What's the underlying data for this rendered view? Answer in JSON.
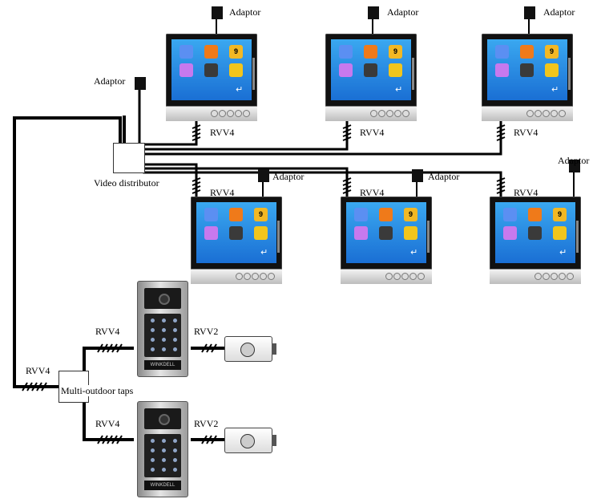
{
  "labels": {
    "adaptor": "Adaptor",
    "rvv4": "RVV4",
    "rvv2": "RVV2",
    "video_distributor": "Video distributor",
    "multi_outdoor_taps": "Multi-outdoor taps"
  },
  "monitors": [
    {
      "id": "monitor-1"
    },
    {
      "id": "monitor-2"
    },
    {
      "id": "monitor-3"
    },
    {
      "id": "monitor-4"
    },
    {
      "id": "monitor-5"
    },
    {
      "id": "monitor-6"
    }
  ],
  "doorbells": [
    {
      "id": "door-station-1",
      "brand": "WINKDELL"
    },
    {
      "id": "door-station-2",
      "brand": "WINKDELL"
    }
  ],
  "colors": {
    "cable": "#000000",
    "screen": "#2a8de4",
    "app_colors": [
      "#5b8ff2",
      "#ef7a1a",
      "#e53b3b",
      "#f2b824",
      "#c779ee",
      "#3a3a3a",
      "#f08a1c",
      "#f2c51c"
    ]
  },
  "monitor_screen": {
    "top_right_tile_number": "9"
  }
}
